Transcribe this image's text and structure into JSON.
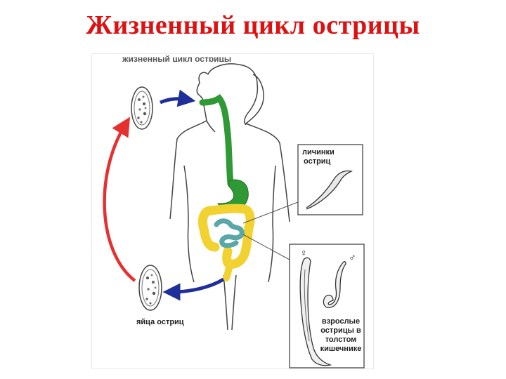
{
  "title": "Жизненный цикл острицы",
  "diagram": {
    "top_caption": "жизненный цикл острицы",
    "larvae_label": [
      "личинки",
      "остриц"
    ],
    "eggs_label": "яйца остриц",
    "adults_label": [
      "взрослые",
      "острицы в",
      "толстом",
      "кишечнике"
    ],
    "female_symbol": "♀",
    "male_symbol": "♂"
  },
  "colors": {
    "title": "#dd1111",
    "red_arrow": "#e53030",
    "blue_arrow": "#1f2f9a",
    "digestive_tract": "#2f9a35",
    "colon": "#f2d230",
    "small_intestine": "#5aa7a7"
  }
}
